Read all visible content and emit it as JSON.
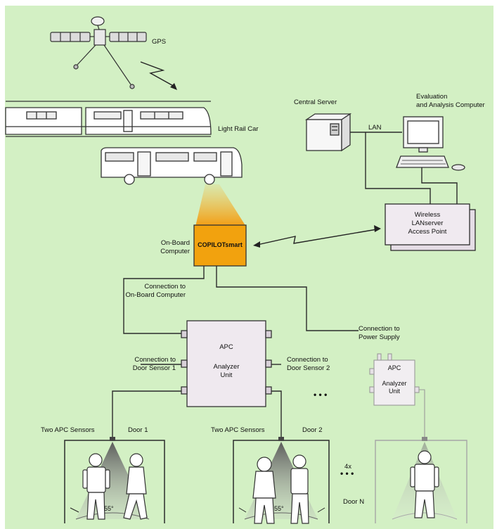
{
  "labels": {
    "gps": "GPS",
    "light_rail_car": "Light Rail Car",
    "central_server": "Central Server",
    "evaluation_line1": "Evaluation",
    "evaluation_line2": "and Analysis Computer",
    "lan": "LAN",
    "wireless_line1": "Wireless",
    "wireless_line2": "LANserver",
    "wireless_line3": "Access Point",
    "onboard_line1": "On-Board",
    "onboard_line2": "Computer",
    "copilot": "COPILOTsmart",
    "conn_onboard_line1": "Connection to",
    "conn_onboard_line2": "On-Board Computer",
    "conn_power_line1": "Connection to",
    "conn_power_line2": "Power Supply",
    "conn_door1_line1": "Connection to",
    "conn_door1_line2": "Door Sensor 1",
    "conn_door2_line1": "Connection to",
    "conn_door2_line2": "Door Sensor 2",
    "apc_line1": "APC",
    "apc_line2": "Analyzer",
    "apc_line3": "Unit",
    "apc_small_line1": "APC",
    "apc_small_line2": "Analyzer",
    "apc_small_line3": "Unit",
    "ellipsis_mid": "• • •",
    "ellipsis_low": "• • •",
    "two_apc_1": "Two APC Sensors",
    "door1": "Door 1",
    "two_apc_2": "Two APC Sensors",
    "door2": "Door 2",
    "times4": "4x",
    "doorN": "Door N",
    "angle1": "55°",
    "angle2": "55°"
  },
  "colors": {
    "background": "#d3f0c4",
    "copilot_fill": "#f2a20e",
    "box_fill": "#efe9ef",
    "line": "#2b2b2b"
  }
}
